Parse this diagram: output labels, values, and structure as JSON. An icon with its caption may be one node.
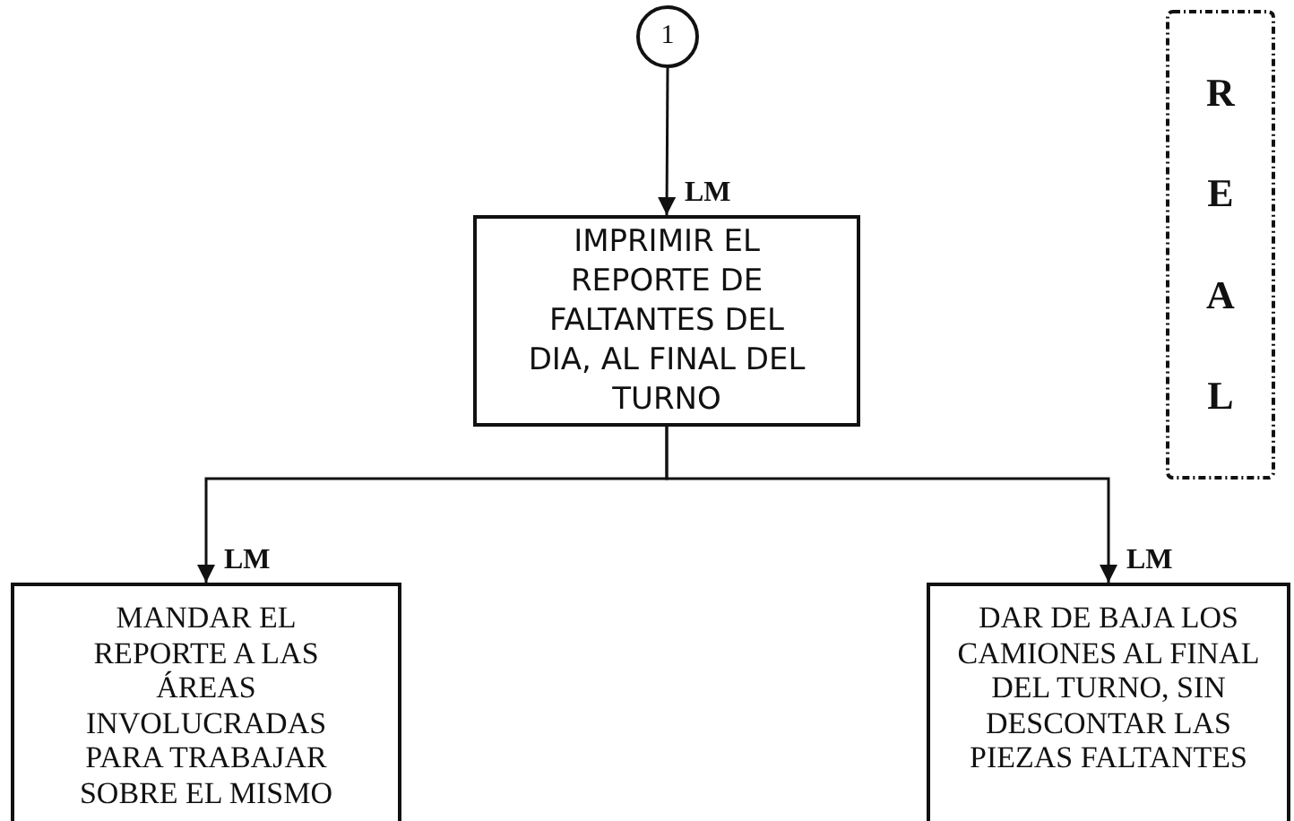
{
  "diagram": {
    "nodes": [
      {
        "text": [
          "1"
        ]
      },
      {
        "text": [
          "IMPRIMIR EL REPORTE DE FALTANTES DEL DIA, AL FINAL DEL TURNO"
        ]
      },
      {
        "text": [
          "MANDAR EL REPORTE A LAS ÁREAS INVOLUCRADAS PARA TRABAJAR SOBRE EL MISMO"
        ]
      },
      {
        "text": [
          "DAR DE BAJA LOS CAMIONES AL FINAL DEL TURNO, SIN DESCONTAR LAS PIEZAS FALTANTES"
        ]
      },
      {
        "text": [
          "REAL"
        ]
      }
    ],
    "edges": [
      {
        "from": 0,
        "to": 1,
        "arrow": "to",
        "label": "LM"
      },
      {
        "from": 1,
        "to": 2,
        "arrow": "to",
        "label": "LM"
      },
      {
        "from": 1,
        "to": 3,
        "arrow": "to",
        "label": "LM"
      }
    ]
  }
}
